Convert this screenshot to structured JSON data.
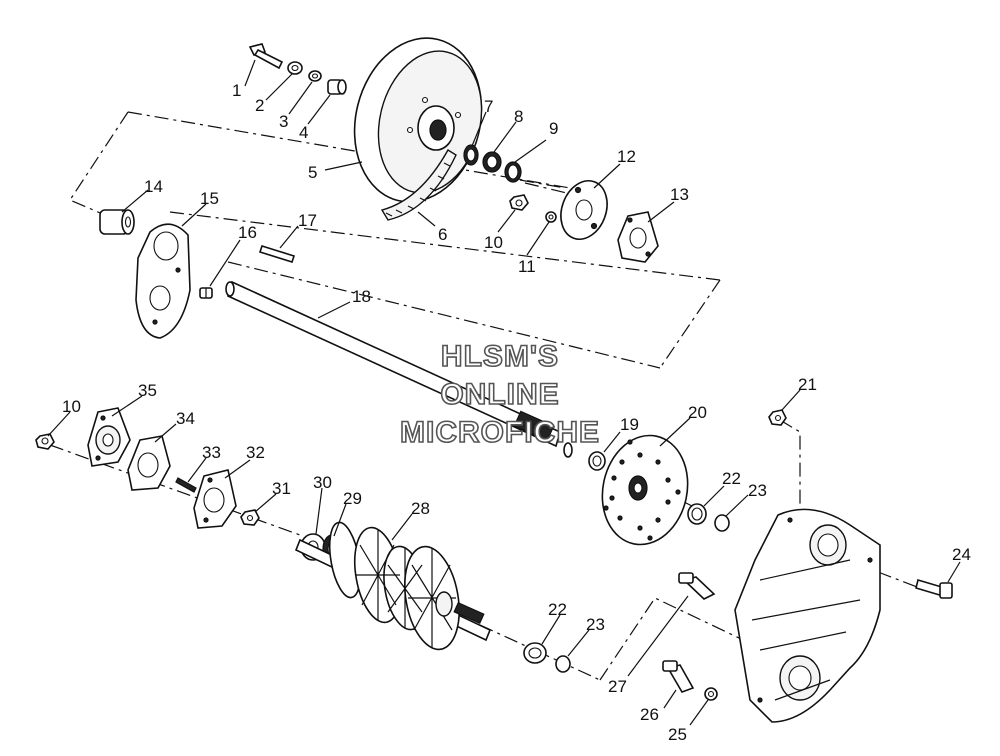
{
  "watermark": {
    "line1": "HLSM'S",
    "line2": "ONLINE",
    "line3": "MICROFICHE"
  },
  "callouts": [
    {
      "id": "c1",
      "label": "1"
    },
    {
      "id": "c2",
      "label": "2"
    },
    {
      "id": "c3",
      "label": "3"
    },
    {
      "id": "c4",
      "label": "4"
    },
    {
      "id": "c5",
      "label": "5"
    },
    {
      "id": "c6",
      "label": "6"
    },
    {
      "id": "c7",
      "label": "7"
    },
    {
      "id": "c8",
      "label": "8"
    },
    {
      "id": "c9",
      "label": "9"
    },
    {
      "id": "c10a",
      "label": "10"
    },
    {
      "id": "c11",
      "label": "11"
    },
    {
      "id": "c12",
      "label": "12"
    },
    {
      "id": "c13",
      "label": "13"
    },
    {
      "id": "c14",
      "label": "14"
    },
    {
      "id": "c15",
      "label": "15"
    },
    {
      "id": "c16",
      "label": "16"
    },
    {
      "id": "c17",
      "label": "17"
    },
    {
      "id": "c18",
      "label": "18"
    },
    {
      "id": "c10b",
      "label": "10"
    },
    {
      "id": "c35",
      "label": "35"
    },
    {
      "id": "c34",
      "label": "34"
    },
    {
      "id": "c33",
      "label": "33"
    },
    {
      "id": "c32",
      "label": "32"
    },
    {
      "id": "c31",
      "label": "31"
    },
    {
      "id": "c30",
      "label": "30"
    },
    {
      "id": "c29",
      "label": "29"
    },
    {
      "id": "c28",
      "label": "28"
    },
    {
      "id": "c19",
      "label": "19"
    },
    {
      "id": "c20",
      "label": "20"
    },
    {
      "id": "c21",
      "label": "21"
    },
    {
      "id": "c22a",
      "label": "22"
    },
    {
      "id": "c23a",
      "label": "23"
    },
    {
      "id": "c24",
      "label": "24"
    },
    {
      "id": "c22b",
      "label": "22"
    },
    {
      "id": "c23b",
      "label": "23"
    },
    {
      "id": "c27",
      "label": "27"
    },
    {
      "id": "c26",
      "label": "26"
    },
    {
      "id": "c25",
      "label": "25"
    }
  ]
}
